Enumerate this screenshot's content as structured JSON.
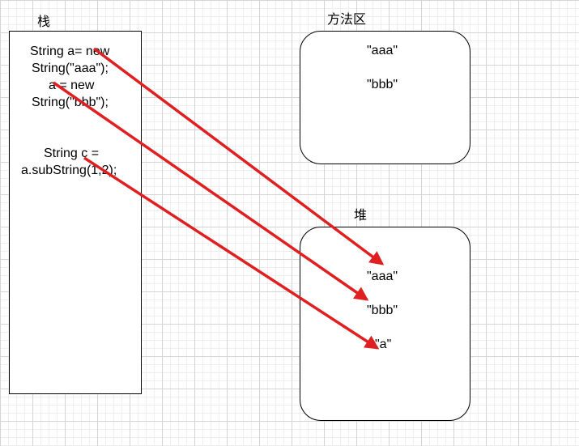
{
  "regions": {
    "stack": {
      "label": "栈"
    },
    "method_area": {
      "label": "方法区"
    },
    "heap": {
      "label": "堆"
    }
  },
  "stack_code": {
    "line1": "String a= new",
    "line2": "String(\"aaa\");",
    "line3": "a = new",
    "line4": "String(\"bbb\");",
    "line5": "String c =",
    "line6": "a.subString(1,2);"
  },
  "method_area_values": [
    "\"aaa\"",
    "\"bbb\""
  ],
  "heap_values": [
    "\"aaa\"",
    "\"bbb\"",
    "\"a\""
  ],
  "arrow_color": "#e02020"
}
